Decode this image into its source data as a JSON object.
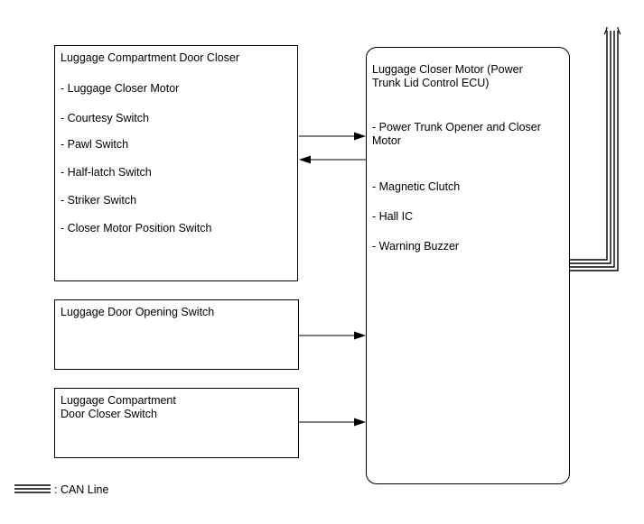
{
  "boxes": {
    "door_closer": {
      "title": "Luggage Compartment Door Closer",
      "items": [
        "- Luggage Closer Motor",
        "- Courtesy Switch",
        "- Pawl Switch",
        "- Half-latch Switch",
        "- Striker Switch",
        "- Closer Motor Position Switch"
      ]
    },
    "opening_switch": {
      "title": "Luggage Door Opening Switch"
    },
    "closer_switch": {
      "title": "Luggage Compartment\nDoor Closer Switch"
    },
    "ecu": {
      "title": "Luggage Closer Motor (Power\nTrunk Lid Control ECU)",
      "items": [
        "- Power Trunk Opener and Closer\nMotor",
        "- Magnetic Clutch",
        "- Hall IC",
        "- Warning Buzzer"
      ]
    }
  },
  "legend": {
    "label": ": CAN Line"
  }
}
